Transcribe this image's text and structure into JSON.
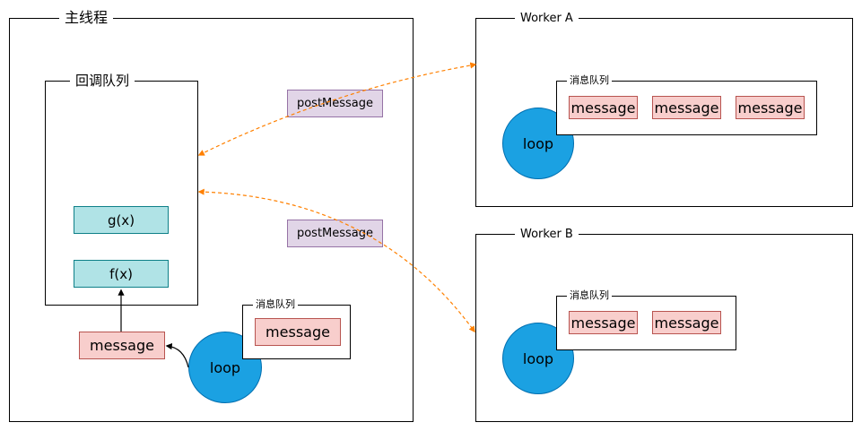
{
  "main_thread": {
    "title": "主线程",
    "callback_queue": {
      "title": "回调队列",
      "functions": [
        "g(x)",
        "f(x)"
      ]
    },
    "message": "message",
    "loop": "loop",
    "message_queue": {
      "title": "消息队列",
      "messages": [
        "message"
      ]
    }
  },
  "post_messages": [
    "postMessage",
    "postMessage"
  ],
  "workers": [
    {
      "title": "Worker A",
      "loop": "loop",
      "message_queue": {
        "title": "消息队列",
        "messages": [
          "message",
          "message",
          "message"
        ]
      }
    },
    {
      "title": "Worker B",
      "loop": "loop",
      "message_queue": {
        "title": "消息队列",
        "messages": [
          "message",
          "message"
        ]
      }
    }
  ],
  "colors": {
    "function_fill": "#b0e3e6",
    "message_fill": "#f8cecc",
    "post_message_fill": "#e1d5e7",
    "loop_fill": "#1ba1e2",
    "dashed_arrow": "#ff8000"
  }
}
